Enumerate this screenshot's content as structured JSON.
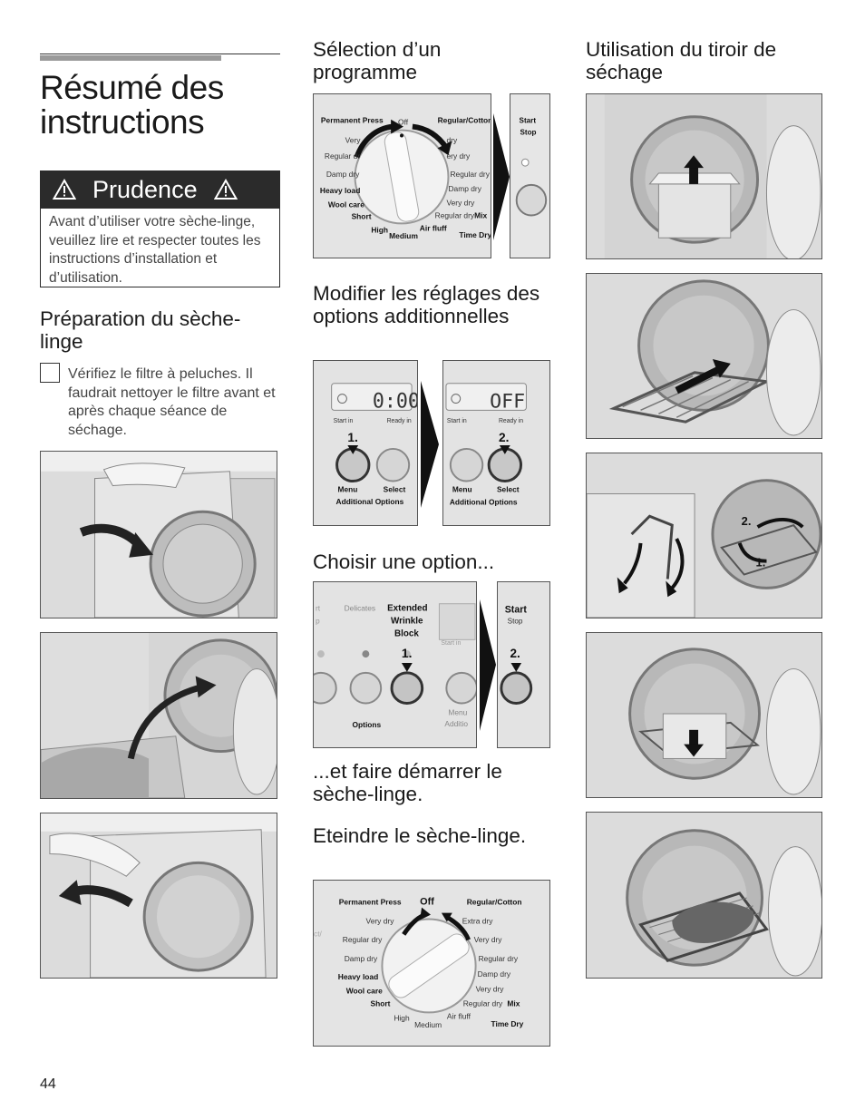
{
  "page": {
    "title": "Résumé des instructions",
    "page_number": "44"
  },
  "caution": {
    "title": "Prudence",
    "text": "Avant d’utiliser votre sèche-linge, veuillez lire et respecter toutes les instructions d’installation et d’utilisation.",
    "icon": "warning-triangle-icon"
  },
  "prep": {
    "heading": "Préparation du sèche-linge",
    "check_text": "Vérifiez le filtre à peluches. Il faudrait nettoyer le filtre avant et après chaque séance de séchage."
  },
  "program": {
    "heading": "Sélection d’un programme",
    "dial_labels": {
      "permanent_press": "Permanent Press",
      "off": "Off",
      "regular_cotton": "Regular/Cotton",
      "very": "Very",
      "dry": "dry",
      "regular_dr": "Regular dr",
      "very_dry_r": "ery dry",
      "damp_dry": "Damp dry",
      "regular_dry": "Regular dry",
      "heavy_load": "Heavy load",
      "damp_dry_r": "Damp dry",
      "wool_care": "Wool care",
      "very_dry": "Very dry",
      "short": "Short",
      "regular_dry_mix": "Regular dry",
      "mix": "Mix",
      "high": "High",
      "medium": "Medium",
      "air_fluff": "Air fluff",
      "time_dry": "Time Dry",
      "start": "Start",
      "stop": "Stop"
    }
  },
  "modify": {
    "heading": "Modifier les réglages des options additionnelles",
    "display_left": "0:00",
    "display_right": "OFF",
    "start_in": "Start in",
    "ready_in": "Ready in",
    "step1": "1.",
    "step2": "2.",
    "menu": "Menu",
    "select": "Select",
    "additional_options": "Additional Options"
  },
  "choose": {
    "heading": "Choisir une option...",
    "rt": "rt",
    "p": "p",
    "delicates": "Delicates",
    "extended": "Extended",
    "wrinkle": "Wrinkle",
    "block": "Block",
    "start_in": "Start in",
    "step1": "1.",
    "step2": "2.",
    "options": "Options",
    "menu": "Menu",
    "additio": "Additio",
    "start": "Start",
    "stop": "Stop"
  },
  "start_heading": "...et faire démarrer le sèche-linge.",
  "off": {
    "heading": "Eteindre le sèche-linge.",
    "dial_labels": {
      "permanent_press": "Permanent Press",
      "off": "Off",
      "regular_cotton": "Regular/Cotton",
      "very_dry_l": "Very dry",
      "extra_dry": "Extra dry",
      "regular_dry_l": "Regular dry",
      "very_dry_r": "Very dry",
      "damp_dry_l": "Damp dry",
      "regular_dry_r": "Regular dry",
      "heavy_load": "Heavy load",
      "damp_dry_r": "Damp dry",
      "wool_care": "Wool care",
      "very_dry_r2": "Very dry",
      "short": "Short",
      "regular_dry_mix": "Regular dry",
      "mix": "Mix",
      "high": "High",
      "medium": "Medium",
      "air_fluff": "Air fluff",
      "time_dry": "Time Dry",
      "ct": "ct/"
    }
  },
  "rack": {
    "heading": "Utilisation du tiroir de séchage",
    "step1": "1.",
    "step2": "2."
  }
}
